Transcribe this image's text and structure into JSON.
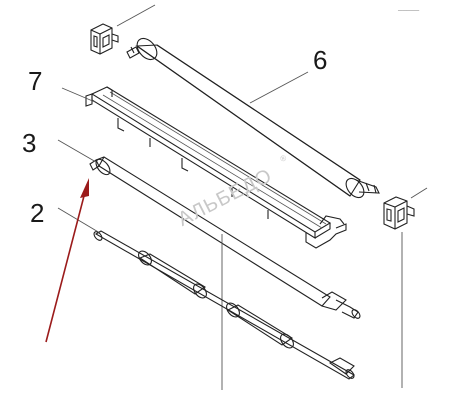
{
  "diagram": {
    "callouts": {
      "part_6": "6",
      "part_7": "7",
      "part_3": "3",
      "part_2": "2"
    },
    "watermark": {
      "text": "АЛЬБЕДО",
      "registered": "®"
    },
    "corner_mark": "─────",
    "colors": {
      "arrow": "#9b1b1b",
      "line": "#222222",
      "watermark": "#c8c8c8"
    },
    "icons": [
      "arrow-pointer",
      "bracket-clip"
    ]
  }
}
